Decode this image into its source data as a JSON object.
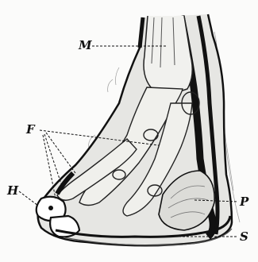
{
  "figure": {
    "labels": {
      "m": "M",
      "f": "F",
      "h": "H",
      "p": "P",
      "s": "S"
    },
    "colors": {
      "ink": "#111111",
      "paper": "#fbfbfa",
      "shade": "#8a8a8a",
      "bone": "#e9e9e6"
    }
  }
}
